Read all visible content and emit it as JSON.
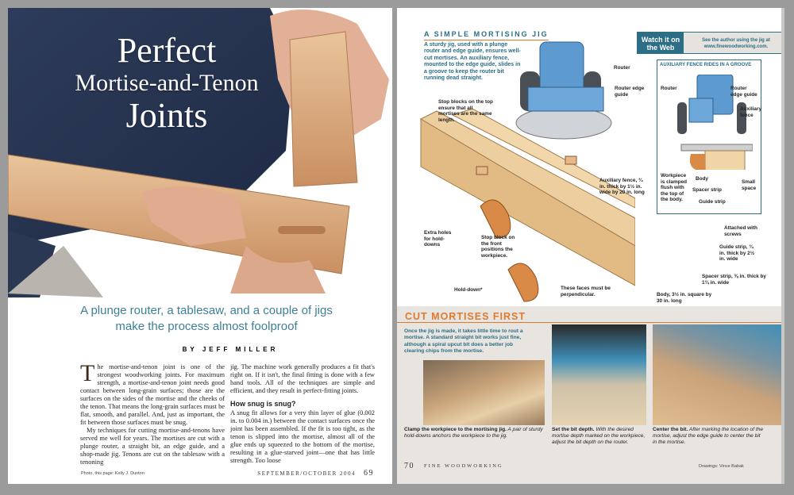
{
  "left_page": {
    "title": [
      "Perfect",
      "Mortise-and-Tenon",
      "Joints"
    ],
    "subtitle": [
      "A plunge router, a tablesaw, and a couple of jigs",
      "make the process almost foolproof"
    ],
    "byline": "BY JEFF MILLER",
    "col1_dropcap": "T",
    "col1_p1": "he mortise-and-tenon joint is one of the strongest woodworking joints. For maximum strength, a mortise-and-tenon joint needs good contact between long-grain surfaces; those are the surfaces on the sides of the mortise and the cheeks of the tenon. That means the long-grain surfaces must be flat, smooth, and parallel. And, just as important, the fit between those surfaces must be snug.",
    "col1_p2": "My techniques for cutting mortise-and-tenons have served me well for years. The mortises are cut with a plunge router, a straight bit, an edge guide, and a shop-made jig. Tenons are cut on the tablesaw with a tenoning",
    "col2_p1": "jig. The machine work generally produces a fit that's right on. If it isn't, the final fitting is done with a few hand tools. All of the techniques are simple and efficient, and they result in perfect-fitting joints.",
    "col2_heading": "How snug is snug?",
    "col2_p2": "A snug fit allows for a very thin layer of glue (0.002 in. to 0.004 in.) between the contact surfaces once the joint has been assembled. If the fit is too tight, as the tenon is slipped into the mortise, almost all of the glue ends up squeezed to the bottom of the mortise, resulting in a glue-starved joint—one that has little strength. Too loose",
    "photo_credit": "Photo, this page: Kelly J. Dunton",
    "folio_date": "SEPTEMBER/OCTOBER 2004",
    "page_number": "69"
  },
  "right_page": {
    "jig_heading": "A SIMPLE MORTISING JIG",
    "jig_intro": "A sturdy jig, used with a plunge router and edge guide, ensures well-cut mortises. An auxiliary fence, mounted to the edge guide, slides in a groove to keep the router bit running dead straight.",
    "web_box": {
      "title": "Watch it on the Web",
      "text": "See the author using the jig at www.finewoodworking.com."
    },
    "inset_heading": "AUXILIARY FENCE RIDES IN A GROOVE",
    "inset_labels": {
      "router": "Router",
      "edge_guide": "Router edge guide",
      "aux_fence": "Auxiliary fence",
      "workpiece": "Workpiece is clamped flush with the top of the body.",
      "body": "Body",
      "spacer": "Spacer strip",
      "guide": "Guide strip",
      "space": "Small space"
    },
    "labels": {
      "router": "Router",
      "edge_guide": "Router edge guide",
      "stop_blocks": "Stop blocks on the top ensure that all mortises are the same length.",
      "aux_fence": "Auxiliary fence, ¾ in. thick by 1½ in. wide by 20 in. long",
      "extra_holes": "Extra holes for hold-downs",
      "stop_block_front": "Stop block on the front positions the workpiece.",
      "attached": "Attached with screws",
      "guide_strip": "Guide strip, ¾ in. thick by 2½ in. wide",
      "spacer_strip": "Spacer strip, ⅜ in. thick by 1¾ in. wide",
      "hold_down": "Hold-down*",
      "faces": "These faces must be perpendicular.",
      "body": "Body, 3½ in. square by 30 in. long"
    },
    "section_heading": "CUT MORTISES FIRST",
    "section_intro": "Once the jig is made, it takes little time to rout a mortise. A standard straight bit works just fine, although a spiral upcut bit does a better job clearing chips from the mortise.",
    "captions": [
      {
        "bold": "Clamp the workpiece to the mortising jig.",
        "text": " A pair of sturdy hold-downs anchors the workpiece to the jig."
      },
      {
        "bold": "Set the bit depth.",
        "text": " With the desired mortise depth marked on the workpiece, adjust the bit depth on the router."
      },
      {
        "bold": "Center the bit.",
        "text": " After marking the location of the mortise, adjust the edge guide to center the bit in the mortise."
      }
    ],
    "page_number": "70",
    "folio_mag": "FINE WOODWORKING",
    "drawing_credit": "Drawings: Vince Babak"
  },
  "colors": {
    "accent_teal": "#2c6e86",
    "accent_orange": "#e07a2e",
    "panel_gray": "#e8e5e1"
  }
}
